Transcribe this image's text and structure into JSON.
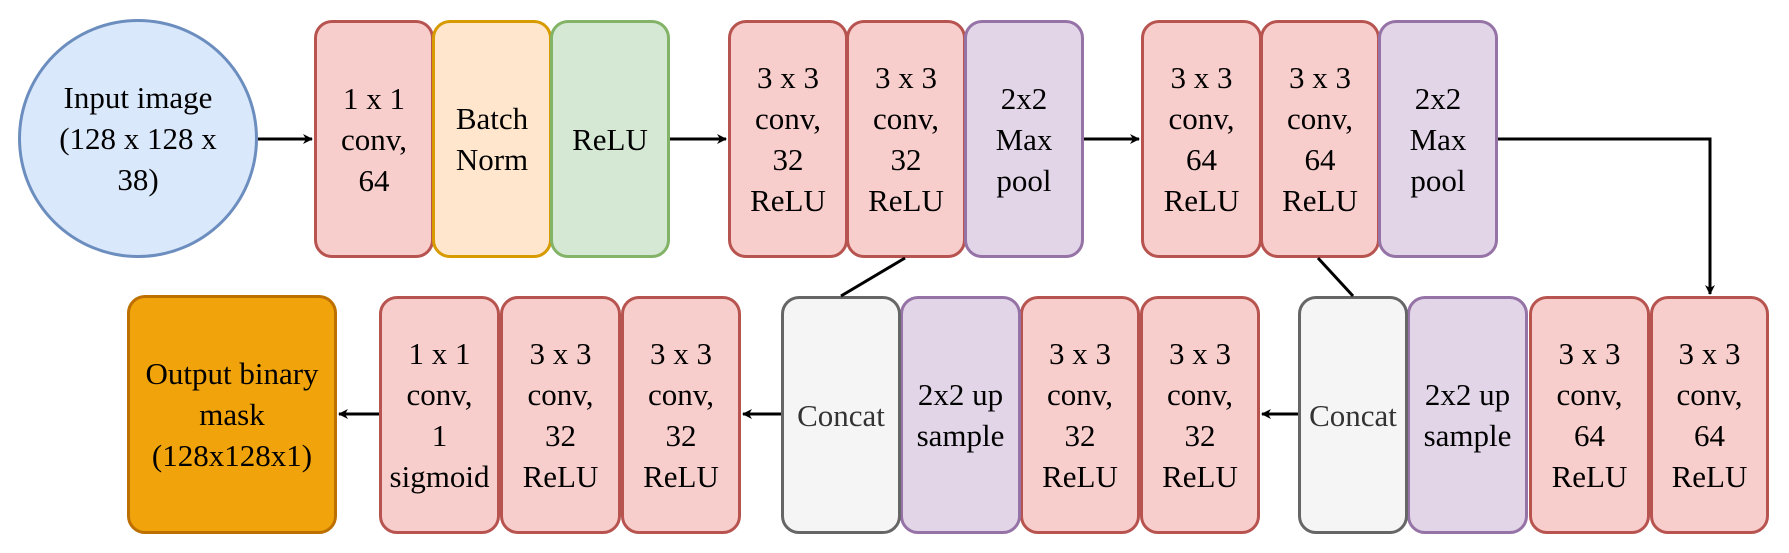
{
  "diagram": {
    "nodes": [
      {
        "id": "input",
        "label": "Input image\n(128 x 128 x\n38)",
        "kind": "input"
      },
      {
        "id": "conv1x1_64",
        "label": "1 x 1\nconv,\n64",
        "kind": "conv"
      },
      {
        "id": "batchnorm",
        "label": "Batch\nNorm",
        "kind": "norm"
      },
      {
        "id": "relu",
        "label": "ReLU",
        "kind": "activation"
      },
      {
        "id": "enc1_conv_a",
        "label": "3 x 3\nconv,\n32\nReLU",
        "kind": "conv"
      },
      {
        "id": "enc1_conv_b",
        "label": "3 x 3\nconv,\n32\nReLU",
        "kind": "conv"
      },
      {
        "id": "maxpool_1",
        "label": "2x2\nMax\npool",
        "kind": "pool"
      },
      {
        "id": "enc2_conv_a",
        "label": "3 x 3\nconv,\n64\nReLU",
        "kind": "conv"
      },
      {
        "id": "enc2_conv_b",
        "label": "3 x 3\nconv,\n64\nReLU",
        "kind": "conv"
      },
      {
        "id": "maxpool_2",
        "label": "2x2\nMax\npool",
        "kind": "pool"
      },
      {
        "id": "bottleneck_conv_b",
        "label": "3 x 3\nconv,\n64\nReLU",
        "kind": "conv"
      },
      {
        "id": "bottleneck_conv_a",
        "label": "3 x 3\nconv,\n64\nReLU",
        "kind": "conv"
      },
      {
        "id": "upsample_2",
        "label": "2x2 up\nsample",
        "kind": "upsample"
      },
      {
        "id": "concat_2",
        "label": "Concat",
        "kind": "concat"
      },
      {
        "id": "dec2_conv_b",
        "label": "3 x 3\nconv,\n32\nReLU",
        "kind": "conv"
      },
      {
        "id": "dec2_conv_a",
        "label": "3 x 3\nconv,\n32\nReLU",
        "kind": "conv"
      },
      {
        "id": "upsample_1",
        "label": "2x2 up\nsample",
        "kind": "upsample"
      },
      {
        "id": "concat_1",
        "label": "Concat",
        "kind": "concat"
      },
      {
        "id": "dec1_conv_b",
        "label": "3 x 3\nconv,\n32\nReLU",
        "kind": "conv"
      },
      {
        "id": "dec1_conv_a",
        "label": "3 x 3\nconv,\n32\nReLU",
        "kind": "conv"
      },
      {
        "id": "final_conv",
        "label": "1 x 1\nconv,\n1\nsigmoid",
        "kind": "conv"
      },
      {
        "id": "output",
        "label": "Output binary\nmask\n(128x128x1)",
        "kind": "output"
      }
    ],
    "edges": [
      {
        "from": "input",
        "to": "conv1x1_64",
        "type": "arrow"
      },
      {
        "from": "relu",
        "to": "enc1_conv_a",
        "type": "arrow"
      },
      {
        "from": "maxpool_1",
        "to": "enc2_conv_a",
        "type": "arrow"
      },
      {
        "from": "maxpool_2",
        "to": "bottleneck_conv_a",
        "type": "arrow"
      },
      {
        "from": "concat_2",
        "to": "dec2_conv_b",
        "type": "arrow"
      },
      {
        "from": "concat_1",
        "to": "dec1_conv_b",
        "type": "arrow"
      },
      {
        "from": "final_conv",
        "to": "output",
        "type": "arrow"
      },
      {
        "from": "enc1_conv_b",
        "to": "concat_1",
        "type": "skip-line"
      },
      {
        "from": "enc2_conv_b",
        "to": "concat_2",
        "type": "skip-line"
      }
    ],
    "colors": {
      "conv_fill": "#f8cecc",
      "conv_stroke": "#b85450",
      "norm_fill": "#ffe6cc",
      "norm_stroke": "#d79b00",
      "activation_fill": "#d5e8d4",
      "activation_stroke": "#82b366",
      "pool_fill": "#e1d5e7",
      "pool_stroke": "#9673a6",
      "input_fill": "#dae8fc",
      "input_stroke": "#6c8ebf",
      "concat_fill": "#f5f5f5",
      "concat_stroke": "#666666",
      "output_fill": "#f0a30a",
      "output_stroke": "#bd7000"
    }
  }
}
